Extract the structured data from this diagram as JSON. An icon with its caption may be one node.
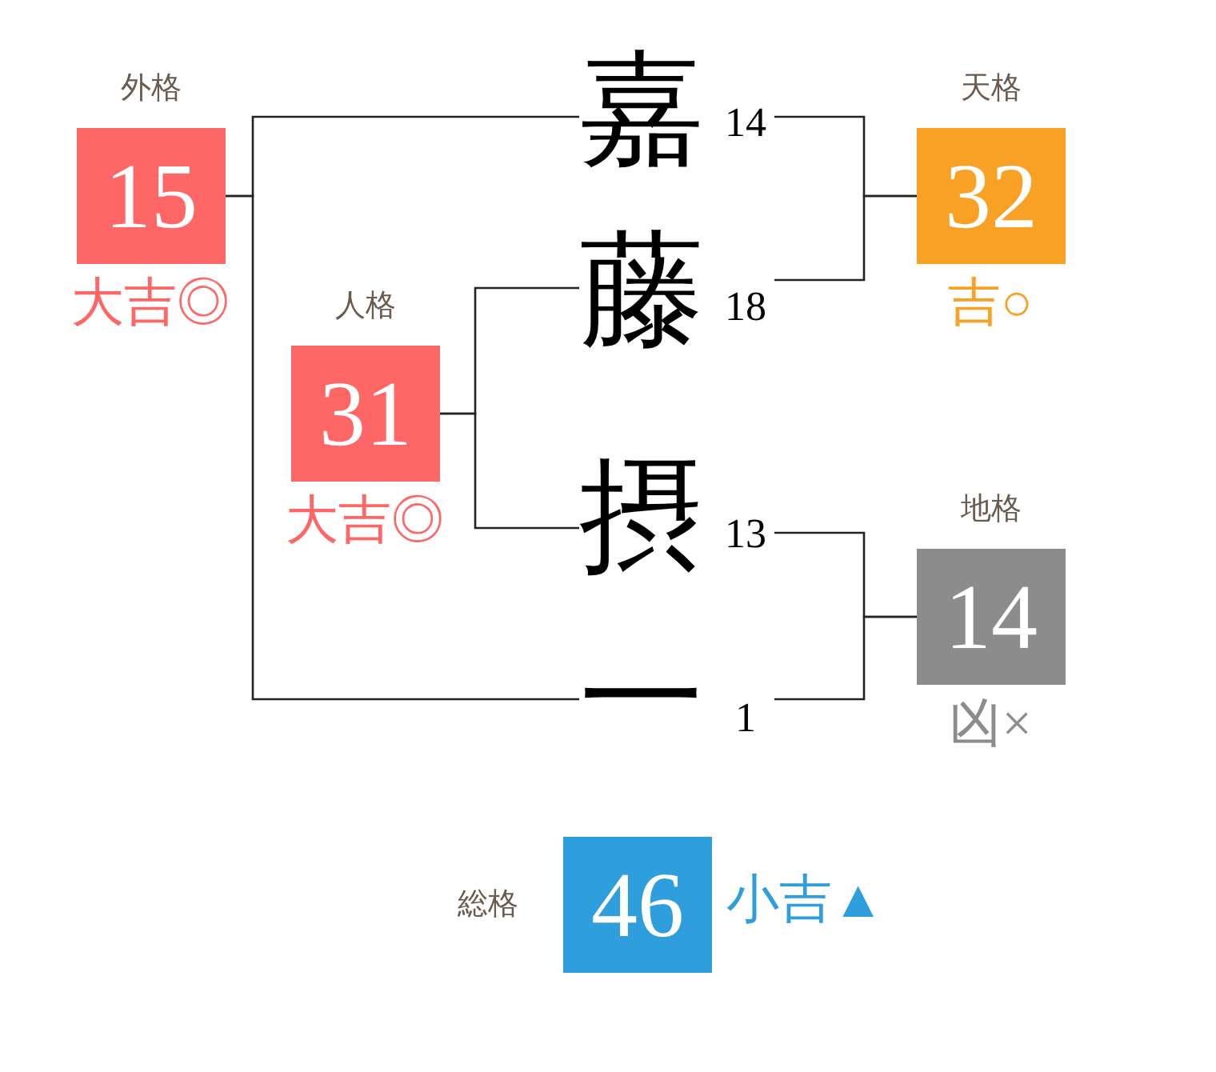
{
  "diagram": {
    "nodes": [
      {
        "text": [
          "外格",
          "15"
        ],
        "beside": [
          "大吉◎"
        ]
      },
      {
        "text": [
          "嘉"
        ],
        "beside": [
          "14"
        ]
      },
      {
        "text": [
          "天格",
          "32"
        ],
        "beside": [
          "吉○"
        ]
      },
      {
        "text": [
          "人格",
          "31"
        ],
        "beside": [
          "大吉◎"
        ]
      },
      {
        "text": [
          "藤"
        ],
        "beside": [
          "18"
        ]
      },
      {
        "text": [
          "摂"
        ],
        "beside": [
          "13"
        ]
      },
      {
        "text": [
          "地格",
          "14"
        ],
        "beside": [
          "凶×"
        ]
      },
      {
        "text": [
          "一"
        ],
        "beside": [
          "1"
        ]
      },
      {
        "text": [
          "総格",
          "46"
        ],
        "beside": [
          "小吉▲"
        ]
      }
    ],
    "edges": [
      {
        "from": 1,
        "to": 0,
        "arrow": "none"
      },
      {
        "from": 7,
        "to": 0,
        "arrow": "none"
      },
      {
        "from": 1,
        "to": 2,
        "arrow": "none"
      },
      {
        "from": 4,
        "to": 2,
        "arrow": "none"
      },
      {
        "from": 4,
        "to": 3,
        "arrow": "none"
      },
      {
        "from": 5,
        "to": 3,
        "arrow": "none"
      },
      {
        "from": 5,
        "to": 6,
        "arrow": "none"
      },
      {
        "from": 7,
        "to": 6,
        "arrow": "none"
      }
    ]
  }
}
